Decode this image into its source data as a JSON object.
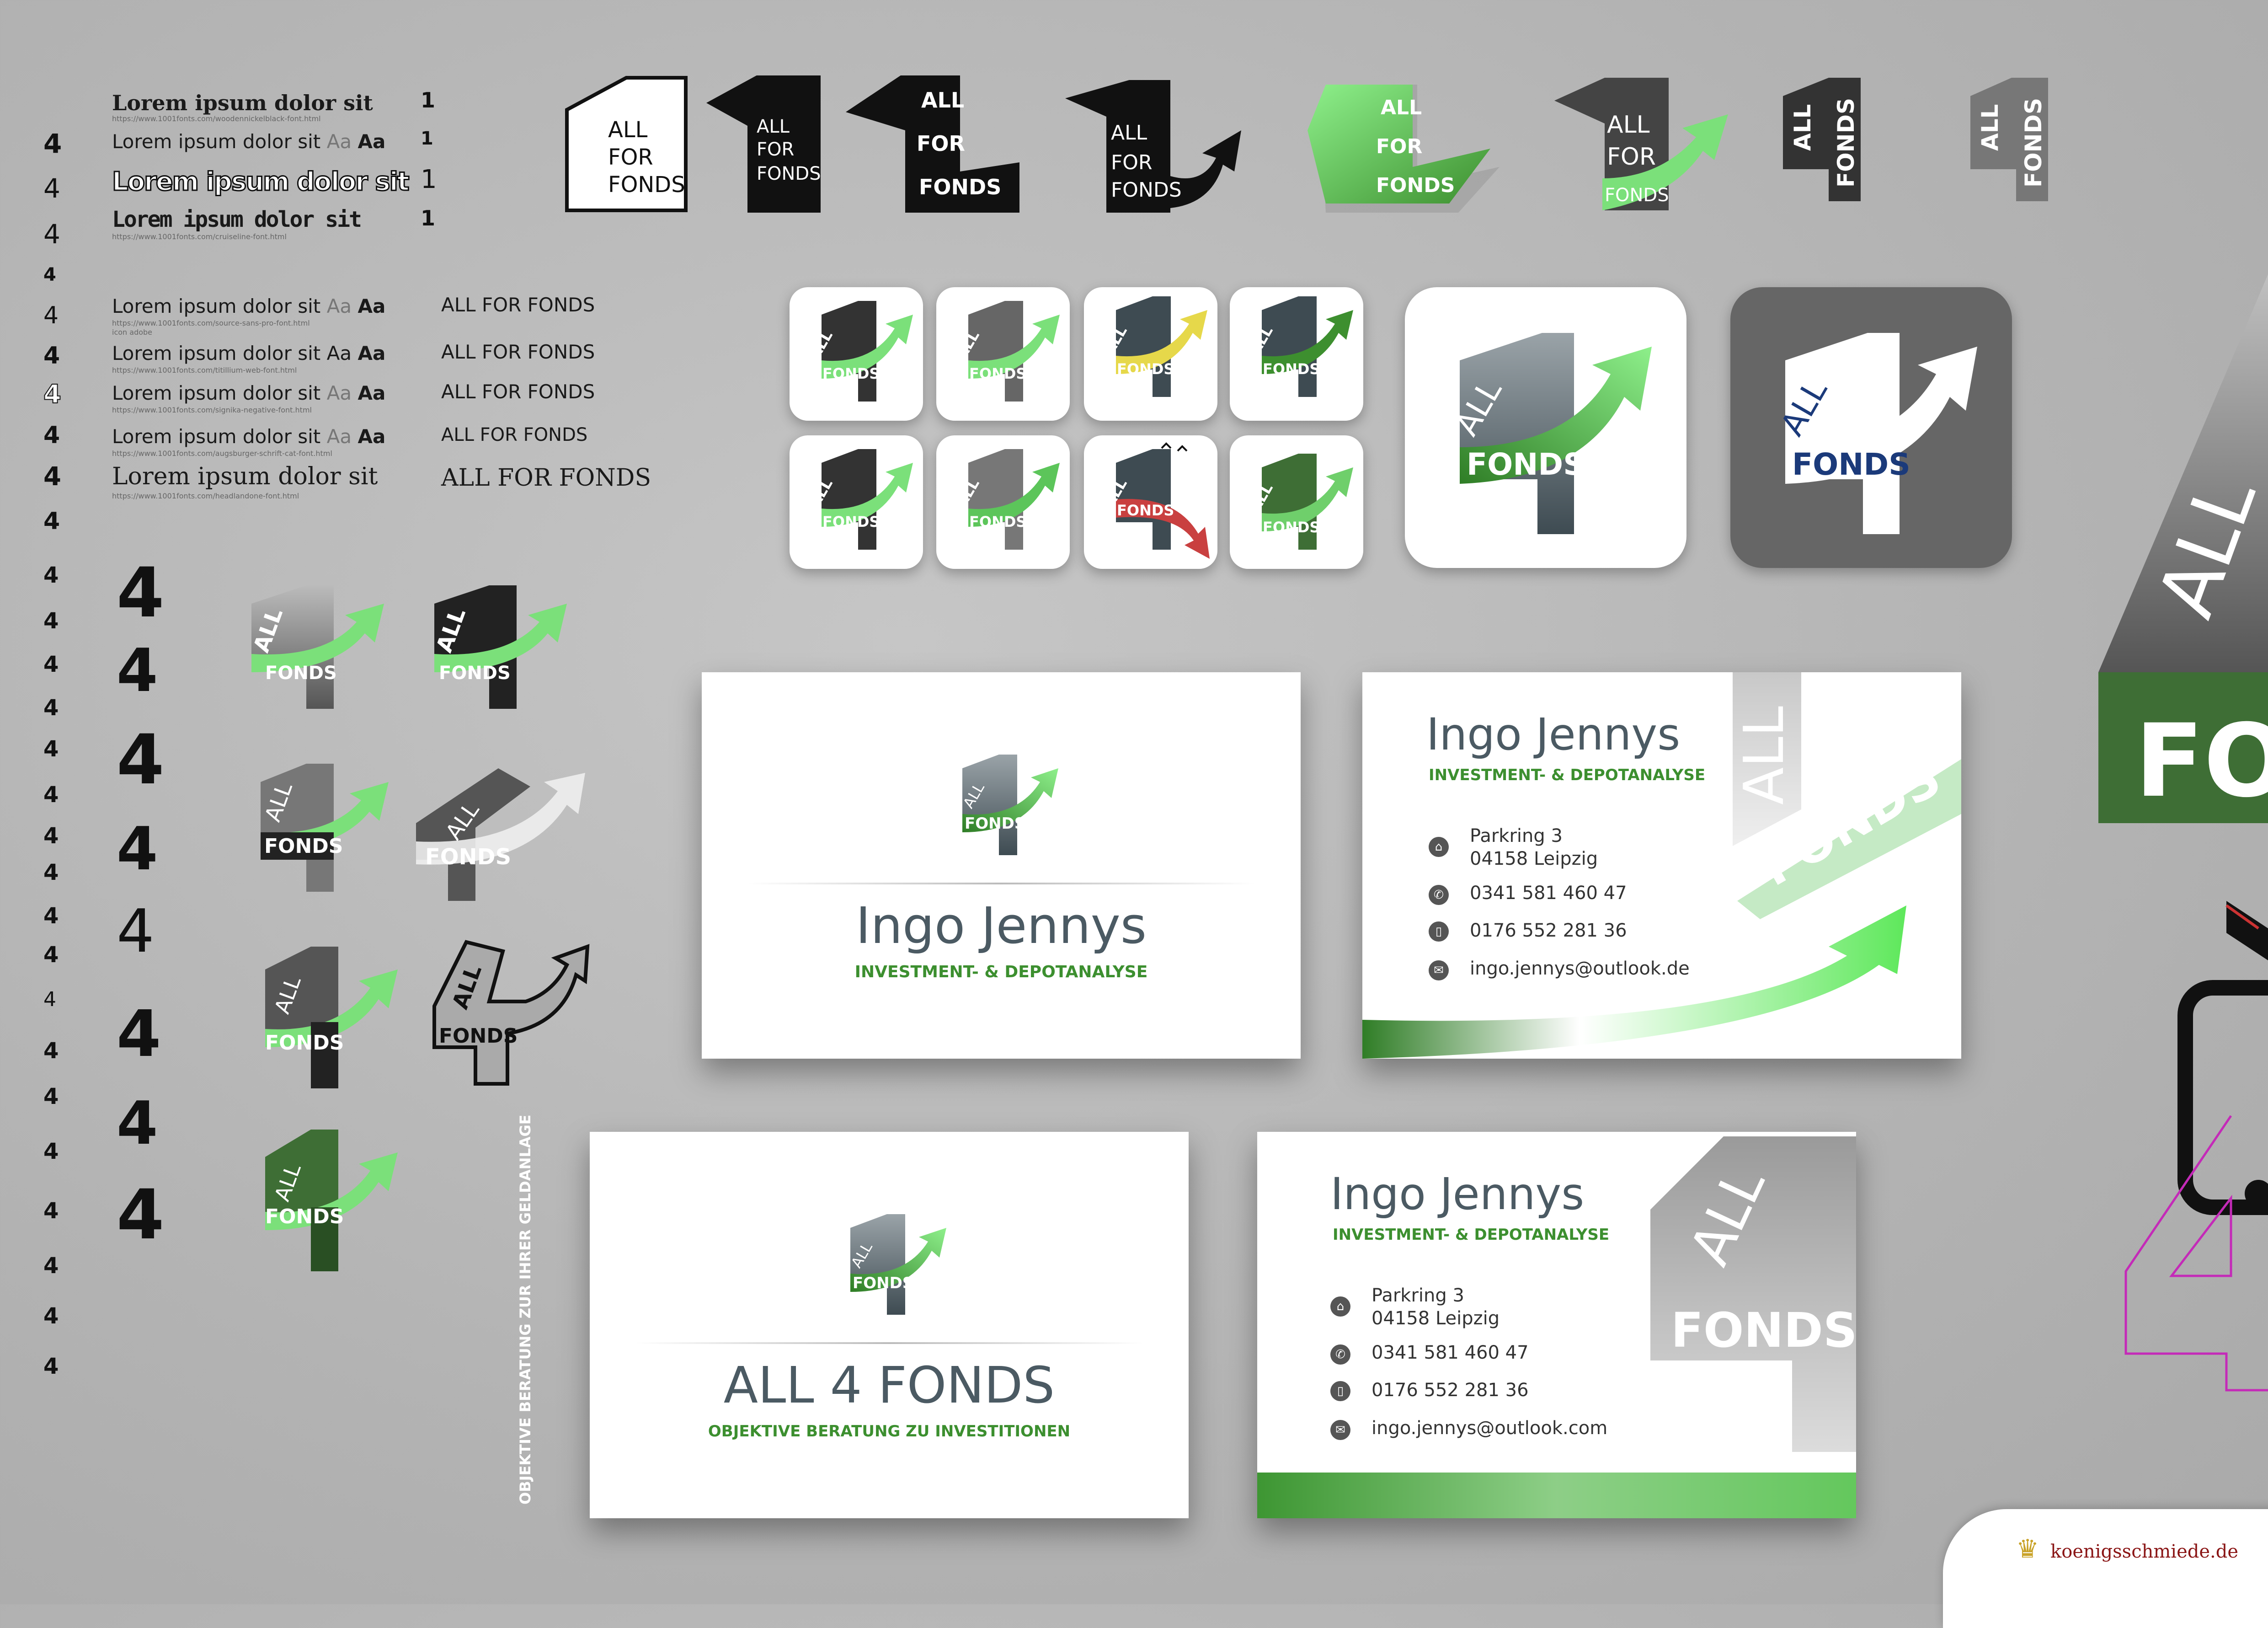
{
  "specimen": {
    "lorem": "Lorem ipsum dolor sit",
    "aa": "Aa",
    "one": "1",
    "brand_upper": "ALL FOR FONDS",
    "urls": [
      "https://www.1001fonts.com/woodennickelblack-font.html",
      "https://www.1001fonts.com/cruiseline-font.html",
      "https://www.1001fonts.com/source-sans-pro-font.html",
      "icon adobe",
      "https://www.1001fonts.com/titillium-web-font.html",
      "https://www.1001fonts.com/signika-negative-font.html",
      "https://www.1001fonts.com/augsburger-schrift-cat-font.html",
      "https://www.1001fonts.com/headlandone-font.html"
    ],
    "four": "4"
  },
  "logo_words": {
    "all": "ALL",
    "for": "FOR",
    "fonds": "FONDS",
    "four": "4",
    "one": "1"
  },
  "card1": {
    "name": "Ingo Jennys",
    "subtitle": "INVESTMENT- & DEPOTANALYSE"
  },
  "card2": {
    "name": "Ingo Jennys",
    "subtitle": "INVESTMENT- & DEPOTANALYSE",
    "street": "Parkring 3",
    "city": "04158 Leipzig",
    "phone": "0341 581 460 47",
    "mobile": "0176 552 281 36",
    "email": "ingo.jennys@outlook.de"
  },
  "card3": {
    "title": "ALL 4 FONDS",
    "subtitle": "OBJEKTIVE BERATUNG ZU INVESTITIONEN",
    "side_text": "OBJEKTIVE BERATUNG ZUR IHRER GELDANLAGE"
  },
  "card4": {
    "name": "Ingo Jennys",
    "subtitle": "INVESTMENT- & DEPOTANALYSE",
    "street": "Parkring 3",
    "city": "04158 Leipzig",
    "phone": "0341 581 460 47",
    "mobile": "0176 552 281 36",
    "email": "ingo.jennys@outlook.com"
  },
  "right_edge": {
    "all": "ALL",
    "fonds": "FO"
  },
  "footer": {
    "brand": "koenigsschmiede.de"
  },
  "colors": {
    "green": "#3d8f2f",
    "light_green": "#7be07a",
    "dark_gray": "#555555",
    "navy": "#1b3a7a",
    "red": "#c94040"
  }
}
